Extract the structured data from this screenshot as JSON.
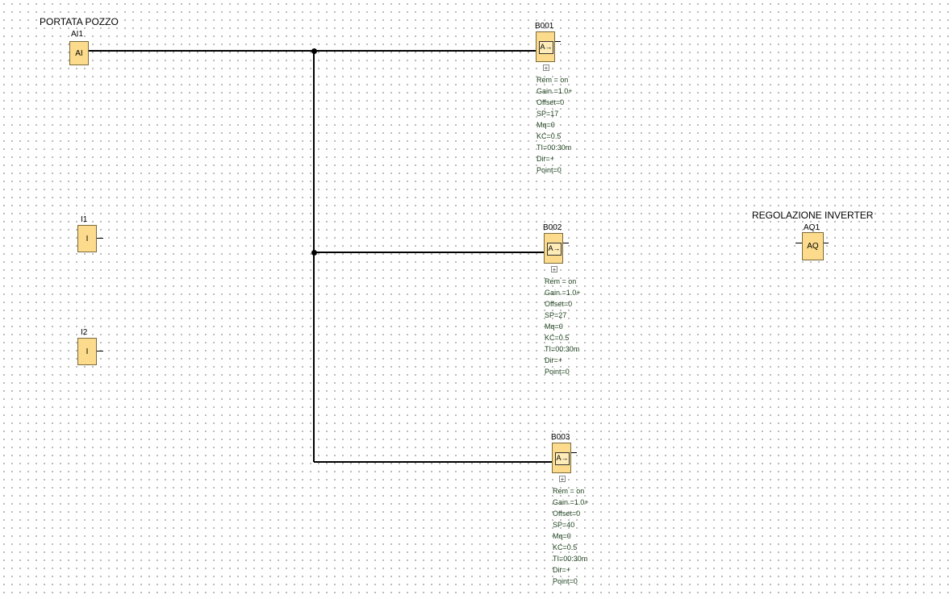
{
  "labels": {
    "portata_pozzo": "PORTATA POZZO",
    "regolazione_inverter": "REGOLAZIONE INVERTER"
  },
  "inputs": {
    "ai1": {
      "name": "AI1",
      "symbol": "AI"
    },
    "i1": {
      "name": "I1",
      "symbol": "I"
    },
    "i2": {
      "name": "I2",
      "symbol": "I"
    }
  },
  "outputs": {
    "aq1": {
      "name": "AQ1",
      "symbol": "AQ"
    }
  },
  "pid_blocks": [
    {
      "name": "B001",
      "symbol": "A→",
      "expand": "+",
      "params": [
        "Rem = on",
        "Gain =1.0+",
        "Offset=0",
        "SP=17",
        "Mq=0",
        "KC=0.5",
        "TI=00:30m",
        "Dir=+",
        "Point=0"
      ]
    },
    {
      "name": "B002",
      "symbol": "A→",
      "expand": "+",
      "params": [
        "Rem = on",
        "Gain =1.0+",
        "Offset=0",
        "SP=27",
        "Mq=0",
        "KC=0.5",
        "TI=00:30m",
        "Dir=+",
        "Point=0"
      ]
    },
    {
      "name": "B003",
      "symbol": "A→",
      "expand": "+",
      "params": [
        "Rem = on",
        "Gain =1.0+",
        "Offset=0",
        "SP=40",
        "Mq=0",
        "KC=0.5",
        "TI=00:30m",
        "Dir=+",
        "Point=0"
      ]
    }
  ],
  "colors": {
    "block_fill": "#fcdc8c",
    "block_border": "#7a6a3a",
    "wire": "#000000",
    "param_text": "#1a3e1a"
  }
}
